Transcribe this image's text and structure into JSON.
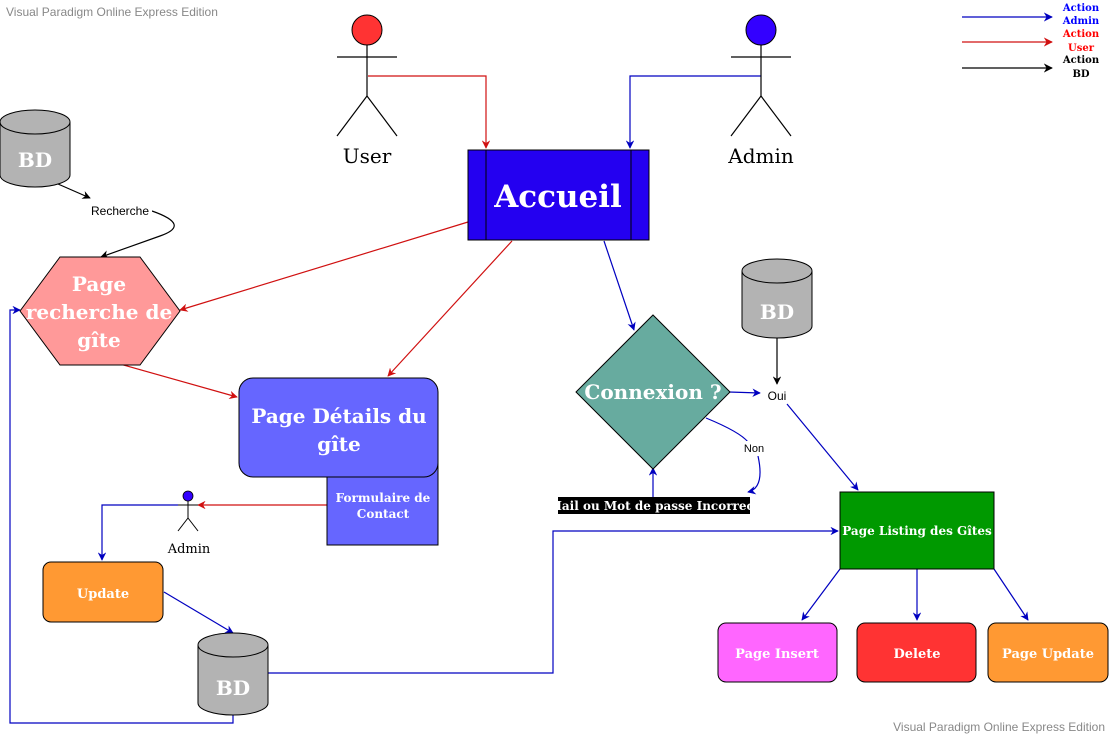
{
  "watermark": {
    "top": "Visual Paradigm Online Express Edition",
    "bottom": "Visual Paradigm Online Express Edition"
  },
  "legend": {
    "admin": [
      "Action",
      "Admin"
    ],
    "user": [
      "Action",
      "User"
    ],
    "bd": [
      "Action",
      "BD"
    ]
  },
  "actors": {
    "user": "User",
    "admin": "Admin",
    "admin_small": "Admin"
  },
  "nodes": {
    "accueil": "Accueil",
    "page_recherche": [
      "Page",
      "recherche de",
      "gîte"
    ],
    "page_details": [
      "Page Détails du",
      "gîte"
    ],
    "formulaire": [
      "Formulaire de",
      "Contact"
    ],
    "connexion": "Connexion ?",
    "update": "Update",
    "listing": "Page Listing des Gîtes",
    "insert": "Page Insert",
    "delete": "Delete",
    "page_update": "Page Update",
    "bd_top_left": "BD",
    "bd_right": "BD",
    "bd_bottom": "BD"
  },
  "edge_labels": {
    "recherche": "Recherche",
    "oui": "Oui",
    "non": "Non",
    "incorrect": "Mail ou Mot de passe Incorrect"
  },
  "colors": {
    "admin_arrow": "#0000c0",
    "user_arrow": "#d01010",
    "bd_arrow": "#000000",
    "accueil": "#2400f0",
    "recherche": "#ff9999",
    "details": "#6666ff",
    "connexion": "#67ab9f",
    "update": "#ff9933",
    "listing": "#009900",
    "insert": "#ff66ff",
    "delete": "#ff3333",
    "page_update": "#ff9933",
    "bd": "#b3b3b3",
    "user_head": "#ff3333",
    "admin_head": "#3300ff"
  }
}
